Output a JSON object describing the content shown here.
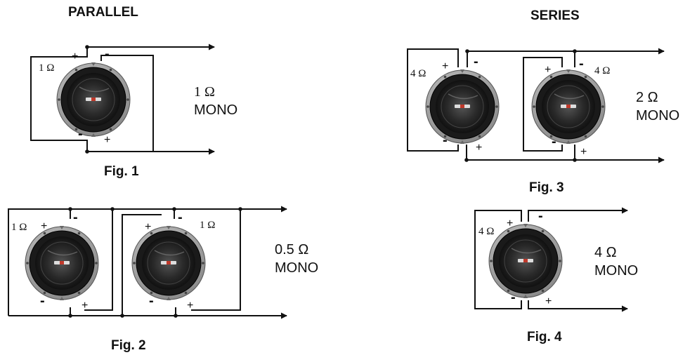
{
  "headings": {
    "parallel": "PARALLEL",
    "series": "SERIES"
  },
  "plus_sign": "+",
  "minus_sign": "-",
  "figures": {
    "fig1": {
      "caption": "Fig. 1",
      "impedance": "1 Ω",
      "mode": "MONO",
      "speaker_labels": [
        "1 Ω"
      ]
    },
    "fig2": {
      "caption": "Fig. 2",
      "impedance": "0.5 Ω",
      "mode": "MONO",
      "speaker_labels": [
        "1 Ω",
        "1 Ω"
      ]
    },
    "fig3": {
      "caption": "Fig. 3",
      "impedance": "2 Ω",
      "mode": "MONO",
      "speaker_labels": [
        "4 Ω",
        "4 Ω"
      ]
    },
    "fig4": {
      "caption": "Fig. 4",
      "impedance": "4 Ω",
      "mode": "MONO",
      "speaker_labels": [
        "4 Ω"
      ]
    }
  },
  "colors": {
    "wire": "#111111",
    "cone": "#2a2a2a",
    "surround": "#1a1a1a",
    "rim": "#c8c8c8",
    "cap_accent": "#c0392b"
  }
}
